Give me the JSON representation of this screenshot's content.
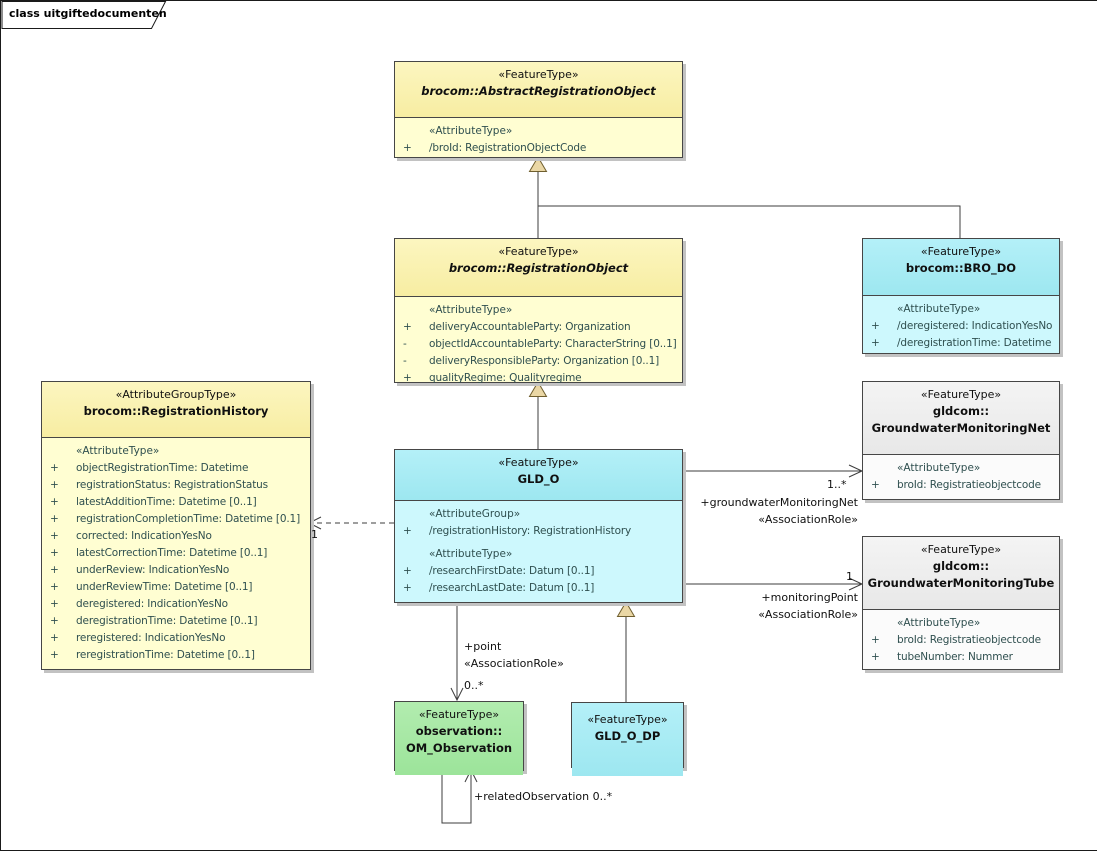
{
  "frame": {
    "label": "class uitgiftedocumenten"
  },
  "colors": {
    "yellow_fill": "#FFFED2",
    "yellow_header": "#F7EDA2",
    "cyan_fill": "#CDF8FD",
    "cyan_header": "#9DE7F0",
    "gray_fill": "#FBFBFB",
    "gray_header": "#E8E8E8",
    "green_fill": "#CDF5CB",
    "green_header": "#9CE49A",
    "attribute_text": "#2F4F4F",
    "generalization_arrow_fill": "#EAD7A5",
    "connector_stroke": "#3c3c3c"
  },
  "aro": {
    "stereotype": "«FeatureType»",
    "name": "brocom::AbstractRegistrationObject",
    "attr_label": "«AttributeType»",
    "attrs": [
      {
        "v": "+",
        "t": "/broId: RegistrationObjectCode"
      }
    ]
  },
  "ro": {
    "stereotype": "«FeatureType»",
    "name": "brocom::RegistrationObject",
    "attr_label": "«AttributeType»",
    "attrs": [
      {
        "v": "+",
        "t": "deliveryAccountableParty: Organization"
      },
      {
        "v": "-",
        "t": "objectIdAccountableParty: CharacterString [0..1]"
      },
      {
        "v": "-",
        "t": "deliveryResponsibleParty: Organization [0..1]"
      },
      {
        "v": "+",
        "t": "qualityRegime: Qualityregime"
      }
    ]
  },
  "brodo": {
    "stereotype": "«FeatureType»",
    "name": "brocom::BRO_DO",
    "attr_label": "«AttributeType»",
    "attrs": [
      {
        "v": "+",
        "t": "/deregistered: IndicationYesNo"
      },
      {
        "v": "+",
        "t": "/deregistrationTime: Datetime"
      }
    ]
  },
  "history": {
    "stereotype": "«AttributeGroupType»",
    "name": "brocom::RegistrationHistory",
    "attr_label": "«AttributeType»",
    "attrs": [
      {
        "v": "+",
        "t": "objectRegistrationTime: Datetime"
      },
      {
        "v": "+",
        "t": "registrationStatus: RegistrationStatus"
      },
      {
        "v": "+",
        "t": "latestAdditionTime: Datetime [0..1]"
      },
      {
        "v": "+",
        "t": "registrationCompletionTime: Datetime [0.1]"
      },
      {
        "v": "+",
        "t": "corrected: IndicationYesNo"
      },
      {
        "v": "+",
        "t": "latestCorrectionTime: Datetime [0..1]"
      },
      {
        "v": "+",
        "t": "underReview: IndicationYesNo"
      },
      {
        "v": "+",
        "t": "underReviewTime: Datetime [0..1]"
      },
      {
        "v": "+",
        "t": "deregistered: IndicationYesNo"
      },
      {
        "v": "+",
        "t": "deregistrationTime: Datetime [0..1]"
      },
      {
        "v": "+",
        "t": "reregistered: IndicationYesNo"
      },
      {
        "v": "+",
        "t": "reregistrationTime: Datetime [0..1]"
      }
    ]
  },
  "gldo": {
    "stereotype": "«FeatureType»",
    "name": "GLD_O",
    "group_label": "«AttributeGroup»",
    "group_attrs": [
      {
        "v": "+",
        "t": "/registrationHistory: RegistrationHistory"
      }
    ],
    "attr_label": "«AttributeType»",
    "attrs": [
      {
        "v": "+",
        "t": "/researchFirstDate: Datum [0..1]"
      },
      {
        "v": "+",
        "t": "/researchLastDate: Datum [0..1]"
      }
    ]
  },
  "gmn": {
    "stereotype": "«FeatureType»",
    "name1": "gldcom::",
    "name2": "GroundwaterMonitoringNet",
    "attr_label": "«AttributeType»",
    "attrs": [
      {
        "v": "+",
        "t": "broId: Registratieobjectcode"
      }
    ]
  },
  "gmt": {
    "stereotype": "«FeatureType»",
    "name1": "gldcom::",
    "name2": "GroundwaterMonitoringTube",
    "attr_label": "«AttributeType»",
    "attrs": [
      {
        "v": "+",
        "t": "broId: Registratieobjectcode"
      },
      {
        "v": "+",
        "t": "tubeNumber: Nummer"
      }
    ]
  },
  "obs": {
    "stereotype": "«FeatureType»",
    "name1": "observation::",
    "name2": "OM_Observation"
  },
  "gldodp": {
    "stereotype": "«FeatureType»",
    "name": "GLD_O_DP"
  },
  "edges": {
    "history_multiplicity": "1",
    "net_multiplicity": "1..*",
    "net_role": "+groundwaterMonitoringNet",
    "net_stereotype": "«AssociationRole»",
    "tube_multiplicity": "1",
    "tube_role": "+monitoringPoint",
    "tube_stereotype": "«AssociationRole»",
    "point_role": "+point",
    "point_stereotype": "«AssociationRole»",
    "point_multiplicity": "0..*",
    "related_observation": "+relatedObservation 0..*"
  }
}
